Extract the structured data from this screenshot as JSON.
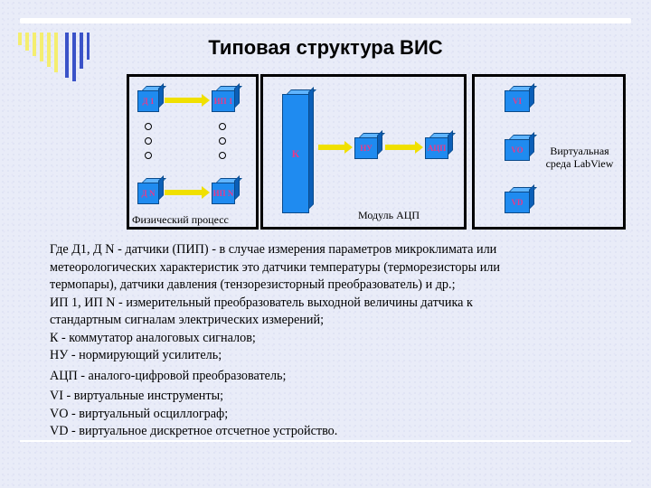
{
  "title": "Типовая структура ВИС",
  "blocks": {
    "d1": "Д 1",
    "dn": "Д N",
    "ip1": "ИП 1",
    "ipn": "ИП N",
    "k": "К",
    "nu": "НУ",
    "adc": "АЦП",
    "vi": "VI",
    "vo": "VO",
    "vd": "VD"
  },
  "labels": {
    "physical": "Физический процесс",
    "adc_module": "Модуль АЦП",
    "virtual_line1": "Виртуальная",
    "virtual_line2": "среда LabView"
  },
  "colors": {
    "box_fill": "#1f8bf0",
    "box_text": "#e8398a",
    "arrow": "#f0e000"
  },
  "description": [
    "Где Д1, Д N - датчики (ПИП) - в случае измерения параметров микроклимата или",
    "метеорологических характеристик это датчики температуры (терморезисторы или",
    "термопары), датчики давления (тензорезисторный преобразователь) и др.;",
    "ИП 1, ИП N - измерительный преобразователь выходной величины датчика к",
    "стандартным сигналам электрических измерений;",
    "К - коммутатор аналоговых сигналов;",
    "НУ - нормирующий усилитель;",
    "АЦП - аналого-цифровой преобразователь;",
    "VI - виртуальные инструменты;",
    "VO - виртуальный осциллограф;",
    "VD - виртуальное дискретное отсчетное устройство."
  ]
}
